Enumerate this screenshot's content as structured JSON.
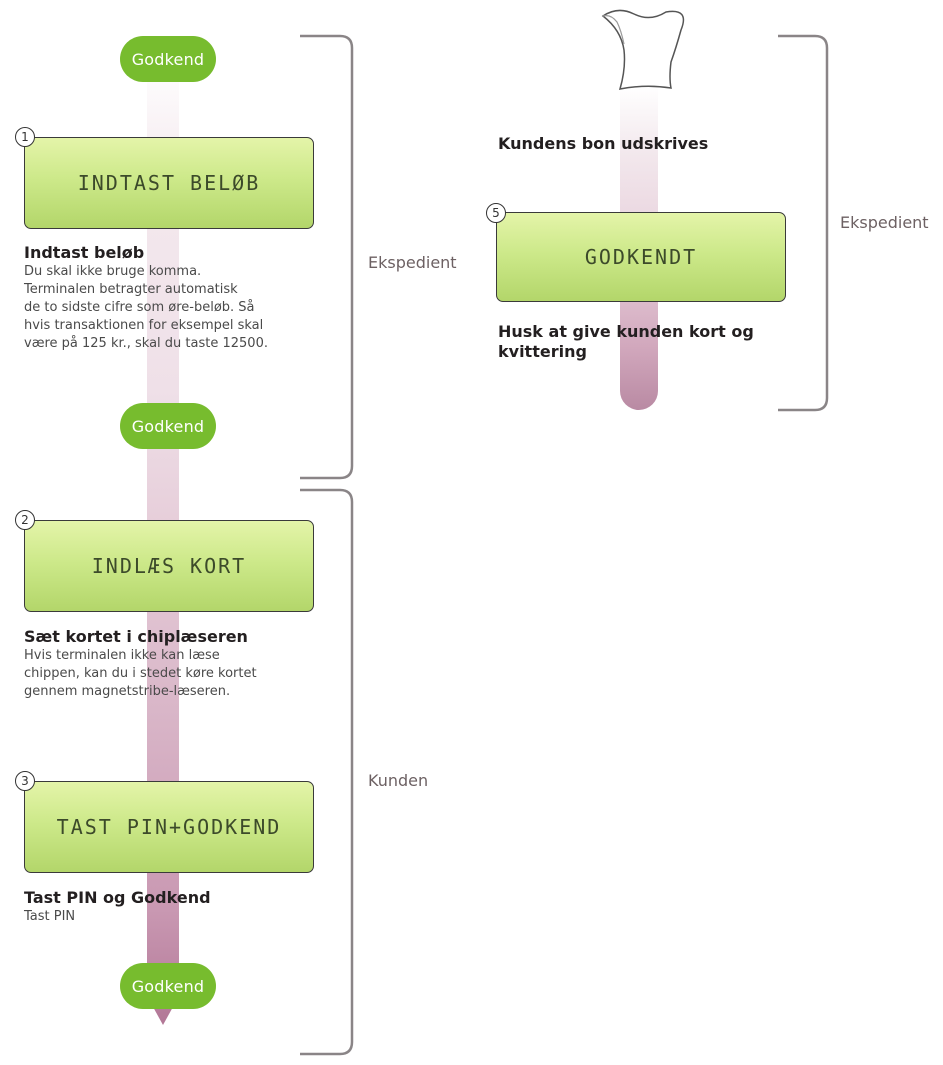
{
  "left_flow": {
    "approve_top": "Godkend",
    "step1": {
      "number": "1",
      "screen": "INDTAST BELØB",
      "heading": "Indtast beløb",
      "description_lines": [
        "Du skal ikke bruge komma.",
        "Terminalen betragter automatisk",
        "de to sidste cifre som øre-beløb. Så",
        "hvis transaktionen for eksempel skal",
        "være på 125 kr., skal du taste 12500."
      ]
    },
    "approve_mid": "Godkend",
    "step2": {
      "number": "2",
      "screen": "INDLÆS KORT",
      "heading": "Sæt kortet i chiplæseren",
      "description_lines": [
        "Hvis terminalen ikke kan læse",
        "chippen, kan du i stedet køre kortet",
        "gennem magnetstribe-læseren."
      ]
    },
    "step3": {
      "number": "3",
      "screen": "TAST PIN+GODKEND",
      "heading": "Tast PIN og Godkend",
      "description_lines": [
        "Tast PIN"
      ]
    },
    "approve_bottom": "Godkend"
  },
  "right_flow": {
    "receipt_text": "Kundens bon udskrives",
    "step5": {
      "number": "5",
      "screen": "GODKENDT",
      "heading_lines": [
        "Husk at give kunden kort og",
        "kvittering"
      ]
    }
  },
  "brackets": {
    "left_top_label": "Ekspedient",
    "left_bottom_label": "Kunden",
    "right_label": "Ekspedient"
  },
  "colors": {
    "approve_green": "#77bc2e",
    "lcd_green": "#cde98a",
    "stem_mauve": "#c998b2",
    "bracket_gray": "#8a8587"
  }
}
